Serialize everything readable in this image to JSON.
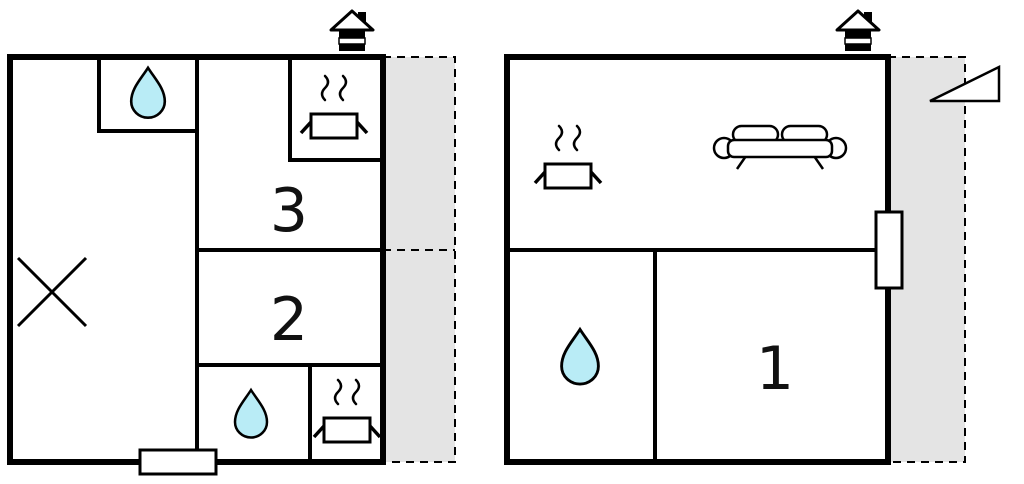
{
  "colors": {
    "background": "#ffffff",
    "wall": "#000000",
    "terrace_fill": "#e4e4e4",
    "water_drop_fill": "#b9ecf6"
  },
  "floors": {
    "left": {
      "rooms": [
        {
          "label": "3"
        },
        {
          "label": "2"
        }
      ]
    },
    "right": {
      "rooms": [
        {
          "label": "1"
        }
      ]
    }
  },
  "icons": {
    "chimney": "chimney-icon",
    "water_drop": "water-drop-icon",
    "stove": "stove-icon",
    "sofa": "sofa-icon",
    "stairs_cross": "stairs-cross-icon",
    "door": "door-icon",
    "entrance_arrow": "entrance-arrow-icon"
  }
}
